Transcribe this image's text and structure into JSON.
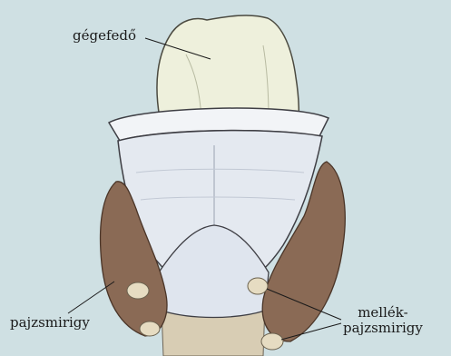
{
  "labels": {
    "epiglottis": "gégefedő",
    "thyroid": "pajzsmirigy",
    "parathyroid_line1": "mellék-",
    "parathyroid_line2": "pajzsmirigy"
  },
  "colors": {
    "background": "#cfe0e3",
    "epiglottis": "#eef0dc",
    "cartilage": "#e4e9f0",
    "gland": "#8a6a55",
    "parathyroid": "#e6dcc2",
    "trachea": "#d8cdb4"
  }
}
